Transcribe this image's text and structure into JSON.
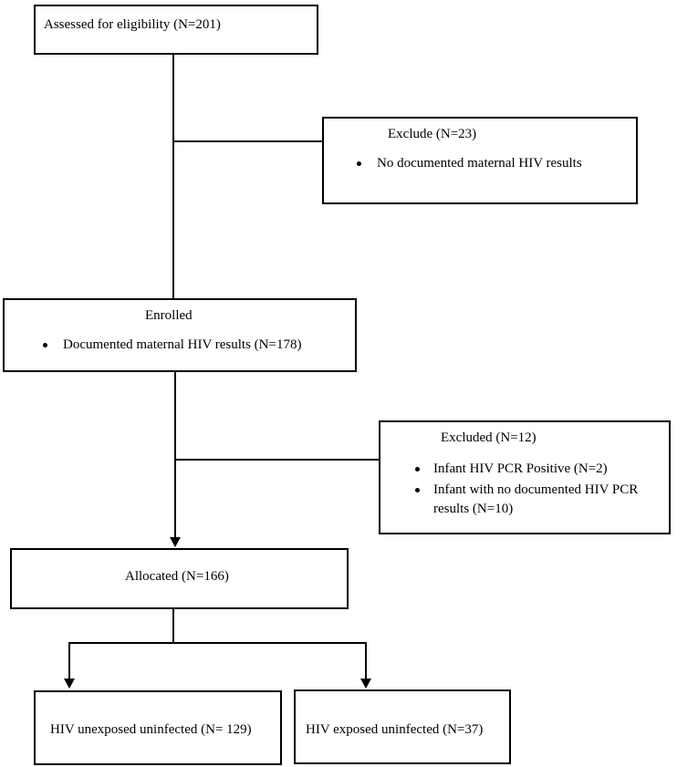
{
  "boxes": {
    "assessed": {
      "title": "Assessed for eligibility (N=201)"
    },
    "exclude": {
      "title": "Exclude (N=23)",
      "bullets": [
        "No documented maternal HIV results"
      ]
    },
    "enrolled": {
      "title": "Enrolled",
      "bullets": [
        "Documented maternal HIV results (N=178)"
      ]
    },
    "excluded": {
      "title": "Excluded (N=12)",
      "bullets": [
        "Infant HIV PCR Positive (N=2)",
        "Infant with no documented HIV PCR",
        "results (N=10)"
      ]
    },
    "allocated": {
      "title": "Allocated (N=166)"
    },
    "unexposed": {
      "title": "HIV unexposed uninfected (N= 129)"
    },
    "exposed": {
      "title": "HIV exposed uninfected (N=37)"
    }
  }
}
